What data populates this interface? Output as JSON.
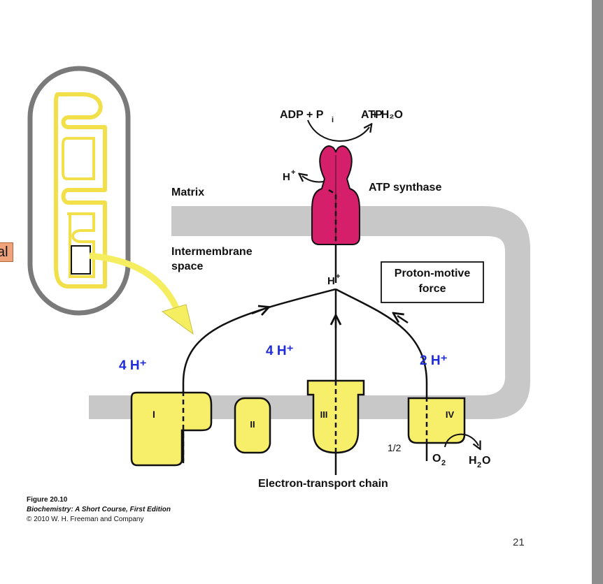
{
  "labels": {
    "matrix": "Matrix",
    "intermembrane_line1": "Intermembrane",
    "intermembrane_line2": "space",
    "atp_synthase": "ATP synthase",
    "adp": "ADP + P",
    "adp_sub": "i",
    "atp": "ATP",
    "h2o_top": "+ H₂O",
    "h_top": "H",
    "h_mid": "H",
    "plus": "+",
    "pmf_line1": "Proton-motive",
    "pmf_line2": "force",
    "complex_1": "I",
    "complex_2": "II",
    "complex_3": "III",
    "complex_4": "IV",
    "half": "1/2",
    "o2": "O",
    "o2_sub": "2",
    "h2o_bottom": "H",
    "h2o_bottom_sub": "2",
    "h2o_bottom_o": "O",
    "etc": "Electron-transport chain",
    "side_label": "al"
  },
  "protons": {
    "left": "4 H⁺",
    "middle": "4 H⁺",
    "right": "2 H⁺"
  },
  "caption": {
    "figure": "Figure 20.10",
    "book": "Biochemistry: A Short Course, First Edition",
    "copyright": "© 2010 W. H. Freeman and Company"
  },
  "page_number": "21",
  "colors": {
    "membrane": "#c8c8c8",
    "complex_fill": "#f7ee6a",
    "atp_synthase": "#d61f6b",
    "proton_text": "#1f2bd6",
    "mito_outer": "#7a7a7a",
    "mito_inner": "#f2e04a"
  }
}
